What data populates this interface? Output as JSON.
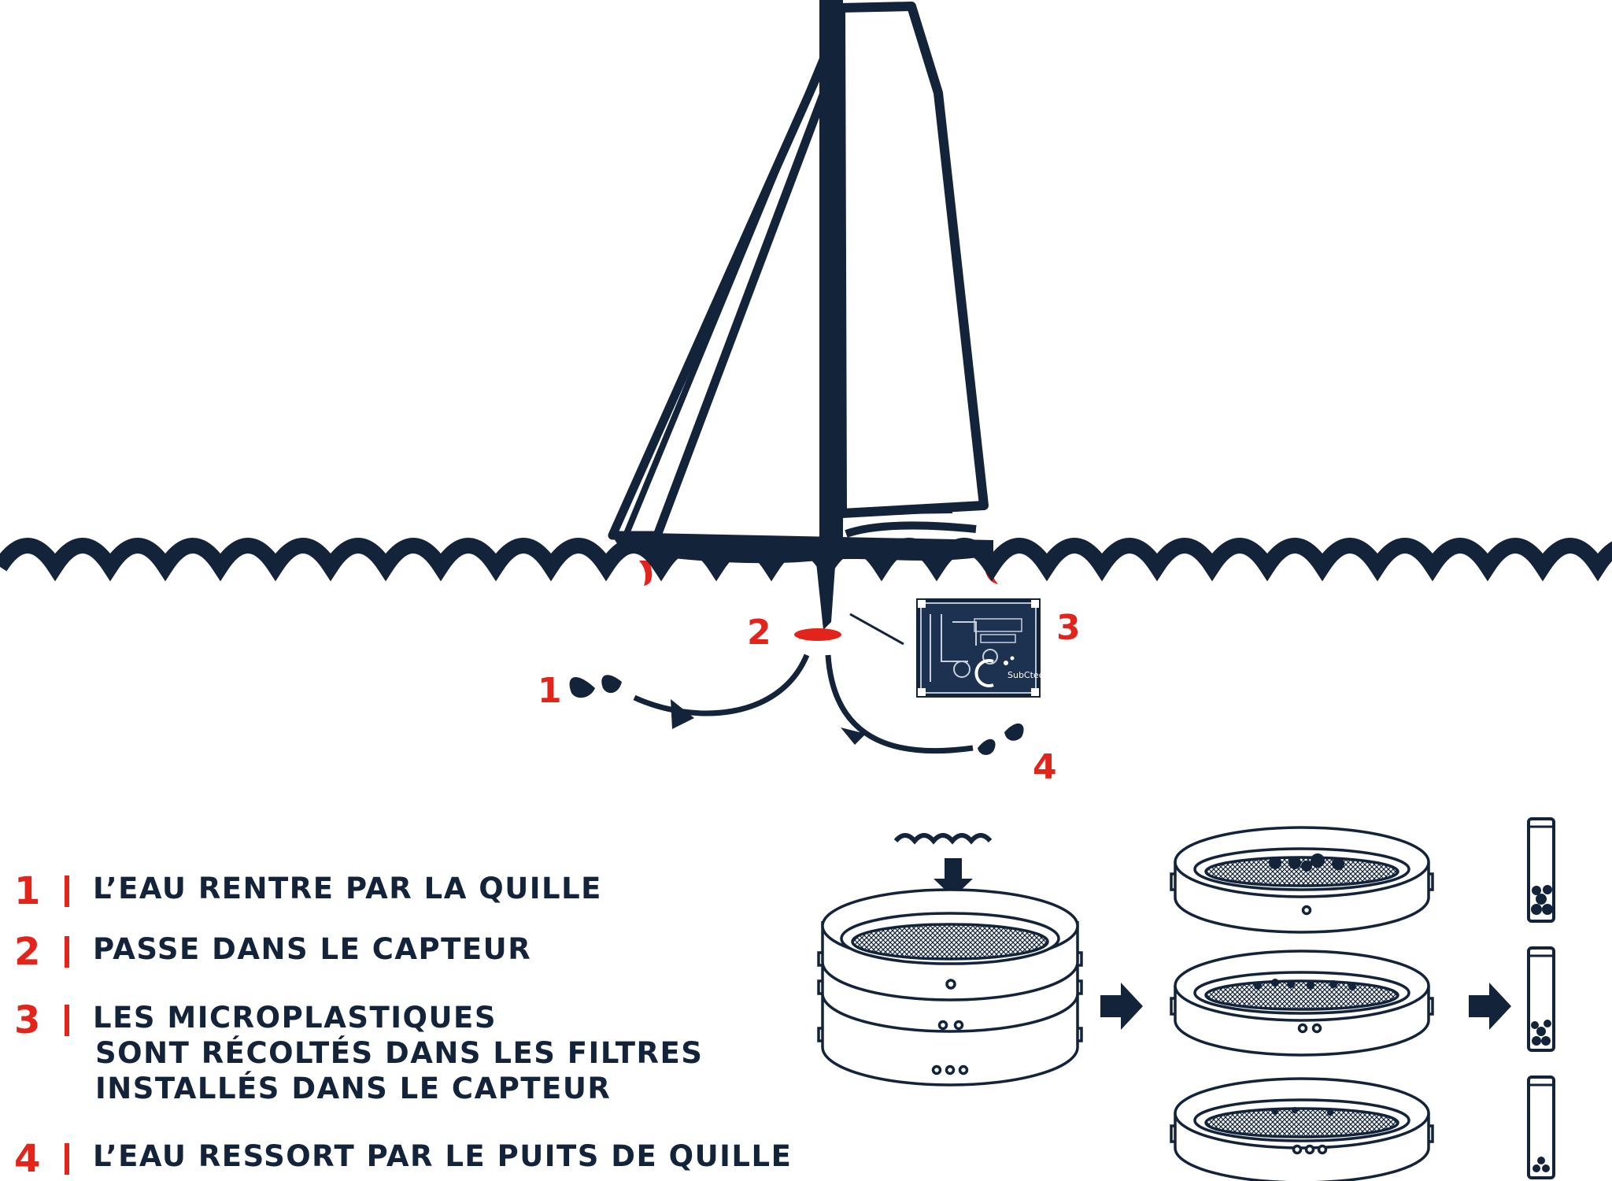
{
  "callouts": {
    "c1": "1",
    "c2": "2",
    "c3": "3",
    "c4": "4"
  },
  "legend": [
    {
      "num": "1",
      "lines": [
        "L’EAU RENTRE PAR LA QUILLE"
      ]
    },
    {
      "num": "2",
      "lines": [
        "PASSE DANS LE CAPTEUR"
      ]
    },
    {
      "num": "3",
      "lines": [
        "LES MICROPLASTIQUES",
        "SONT RÉCOLTÉS DANS LES FILTRES",
        "INSTALLÉS DANS LE CAPTEUR"
      ]
    },
    {
      "num": "4",
      "lines": [
        "L’EAU RESSORT PAR LE PUITS DE QUILLE"
      ]
    }
  ],
  "sensor_brand": "SubCtech",
  "colors": {
    "navy": "#13233a",
    "red": "#e3241b",
    "background": "#ffffff"
  },
  "icons": {
    "boat": "sailboat-icon",
    "sensor": "sensor-box-icon",
    "filter_stack": "filter-stack-icon",
    "filters": "filter-tray-icon",
    "vials": "sample-vial-icon",
    "arrows": "arrow-right-icon"
  }
}
